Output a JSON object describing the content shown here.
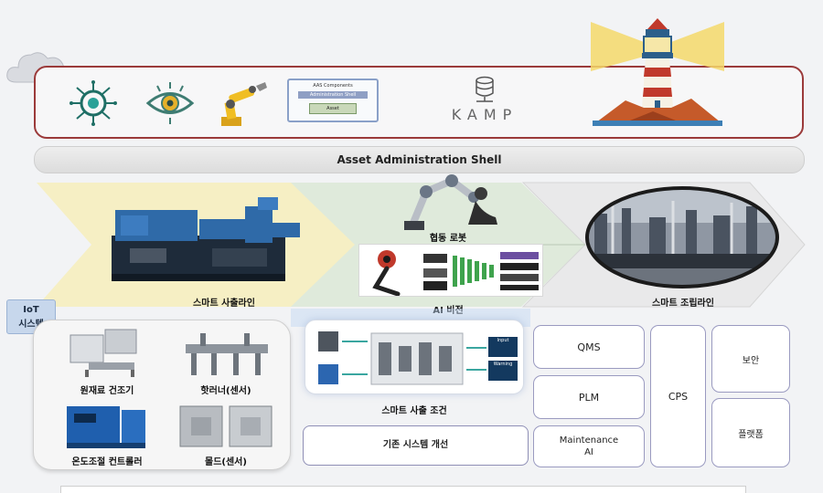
{
  "top_banner": {
    "kamp_label": "KAMP",
    "aas_card_title": "AAS Components",
    "aas_card_bar": "Administration Shell",
    "aas_card_inner": "Asset",
    "icons": [
      "ai-chip-icon",
      "vision-eye-icon",
      "robot-arm-icon",
      "aas-card-icon",
      "database-icon",
      "lighthouse-icon"
    ]
  },
  "aas_bar_label": "Asset Administration Shell",
  "process": {
    "injection_line": "스마트 사출라인",
    "cobot": "협동 로봇",
    "ai_vision": "AI 비전",
    "assembly_line": "스마트 조립라인"
  },
  "iot": {
    "tag_line1": "IoT",
    "tag_line2": "시스템",
    "devices": [
      "원재료 건조기",
      "핫러너(센서)",
      "온도조절 컨트롤러",
      "몰드(센서)"
    ]
  },
  "condition_label": "스마트 사출 조건",
  "condition_screen_labels": [
    "Input",
    "Warning"
  ],
  "legacy_label": "기존 시스템 개선",
  "systems": {
    "qms": "QMS",
    "plm": "PLM",
    "maintenance_line1": "Maintenance",
    "maintenance_line2": "AI",
    "cps": "CPS",
    "security": "보안",
    "platform": "플랫폼"
  },
  "colors": {
    "banner_border": "#9b3a3a",
    "arrow_yellow": "#f6efc4",
    "arrow_green": "#dfeadb",
    "arrow_gray": "#e9e9ea",
    "box_border": "#9a9ac0"
  }
}
